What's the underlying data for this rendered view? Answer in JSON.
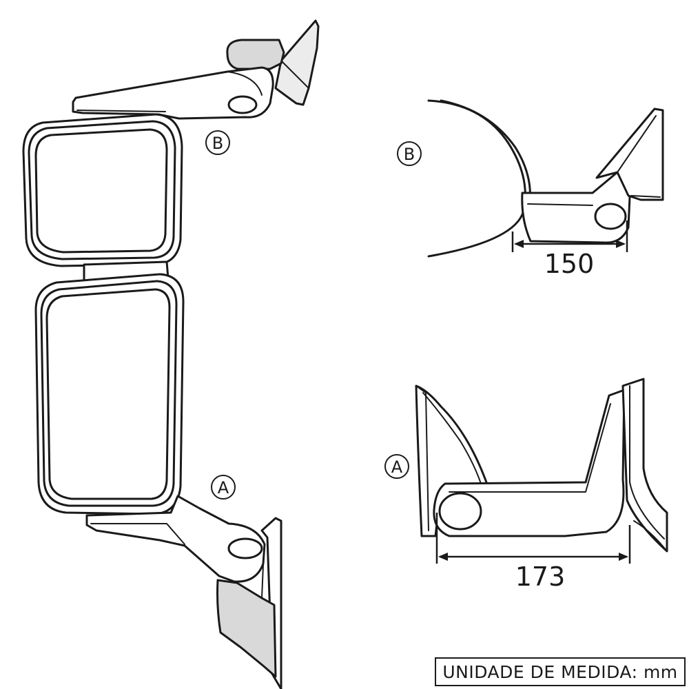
{
  "labels": {
    "main_b": "B",
    "main_a": "A",
    "detail_b": "B",
    "detail_a": "A"
  },
  "dimensions": {
    "arm_b": "150",
    "arm_a": "173"
  },
  "unit_note": "UNIDADE DE MEDIDA: mm",
  "colors": {
    "line": "#1a1a1a",
    "background": "#ffffff",
    "shade": "#d9d9d9"
  }
}
